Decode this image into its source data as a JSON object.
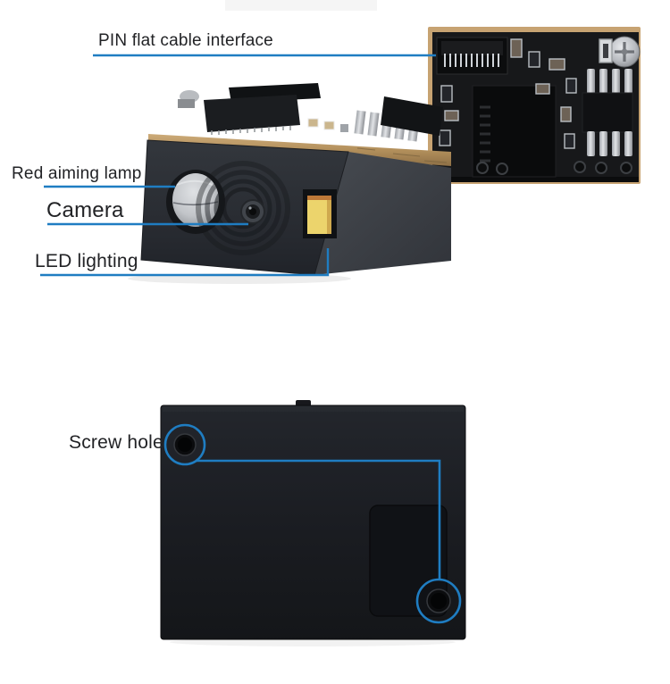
{
  "figure": {
    "background": "#ffffff",
    "accent_color": "#1f7dc2",
    "top_view": {
      "labels": {
        "pin": "PIN flat cable interface",
        "red_lamp": "Red aiming lamp",
        "camera": "Camera",
        "led": "LED lighting"
      },
      "led_color": "#ecd46c",
      "pcb_edge_color": "#c7a372"
    },
    "bottom_view": {
      "labels": {
        "screw": "Screw hole"
      }
    }
  }
}
